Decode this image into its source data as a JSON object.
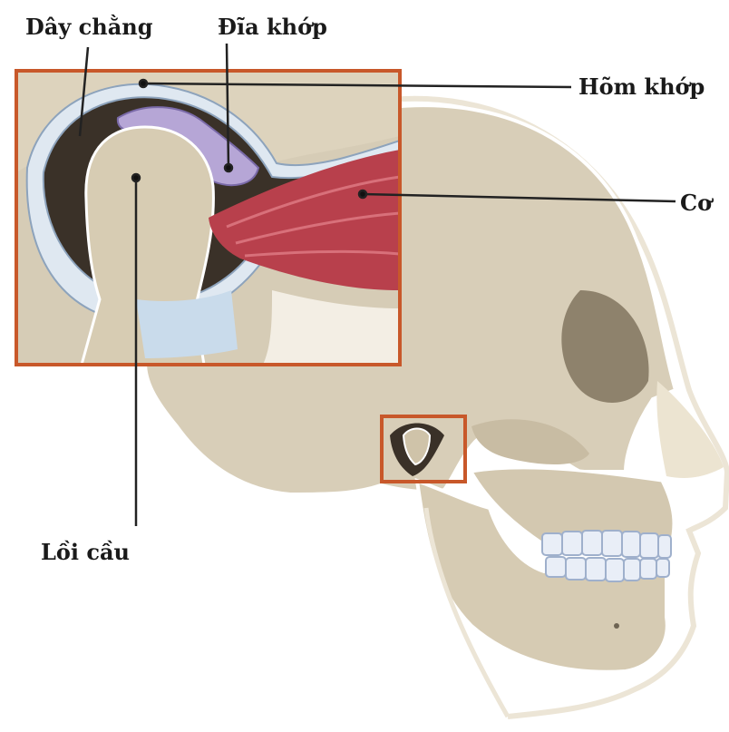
{
  "labels": {
    "ligament": "Dây chằng",
    "disc": "Đĩa khớp",
    "fossa": "Hõm khớp",
    "muscle": "Cơ",
    "condyle": "Lồi cầu"
  },
  "colors": {
    "bone": "#d8ceb8",
    "bone_shadow": "#b9ac90",
    "outline": "#ffffff",
    "skin_line": "#efe9dd",
    "dark_cavity": "#3a3128",
    "disc": "#b6a6d6",
    "muscle": "#b8404c",
    "cartilage": "#c9dbeb",
    "frame": "#c8582a",
    "leader": "#222222",
    "teeth": "#e9eef7"
  }
}
